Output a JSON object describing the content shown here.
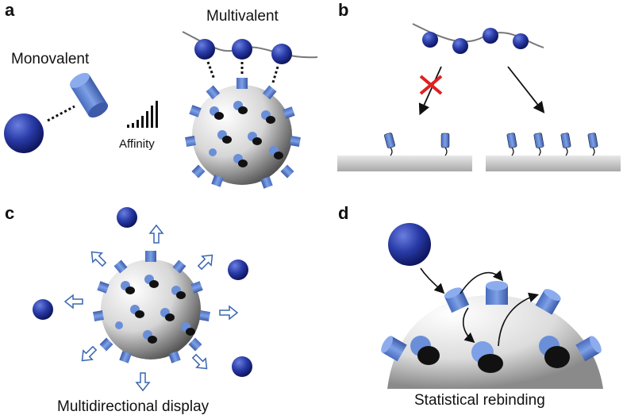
{
  "panels": {
    "a": {
      "letter": "a",
      "monovalent": "Monovalent",
      "multivalent": "Multivalent",
      "affinity": "Affinity"
    },
    "b": {
      "letter": "b"
    },
    "c": {
      "letter": "c",
      "caption": "Multidirectional display"
    },
    "d": {
      "letter": "d",
      "caption": "Statistical rebinding"
    }
  },
  "colors": {
    "ligand_dark": "#1c2680",
    "ligand_mid": "#3a4fbf",
    "receptor": "#6a8fd8",
    "receptor_dark": "#3e5fae",
    "sphere_light": "#ffffff",
    "sphere_dark": "#6a6a6a",
    "surface": "#cfcfcf",
    "cross": "#e02020",
    "arrow_outline": "#3a66b0"
  },
  "icons": [
    "ball-ligand-icon",
    "cylinder-receptor-icon",
    "nanoparticle-sphere-icon",
    "signal-bars-icon",
    "red-cross-icon",
    "outward-arrow-icon"
  ]
}
